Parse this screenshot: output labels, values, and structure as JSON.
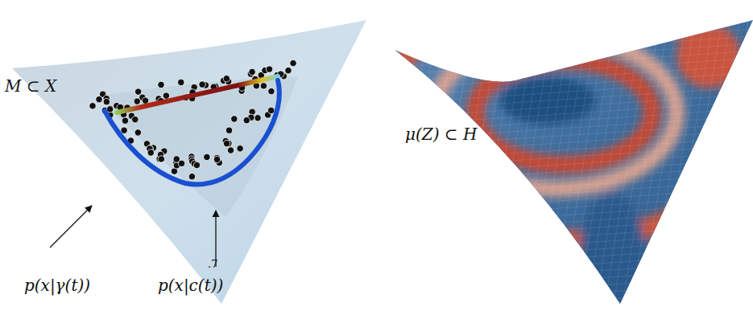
{
  "diagram": {
    "labels": [
      "M ⊂ X",
      "p(x|γ(t))",
      "p(x|c(t))",
      ".7",
      "μ(Z) ⊂ H"
    ]
  }
}
